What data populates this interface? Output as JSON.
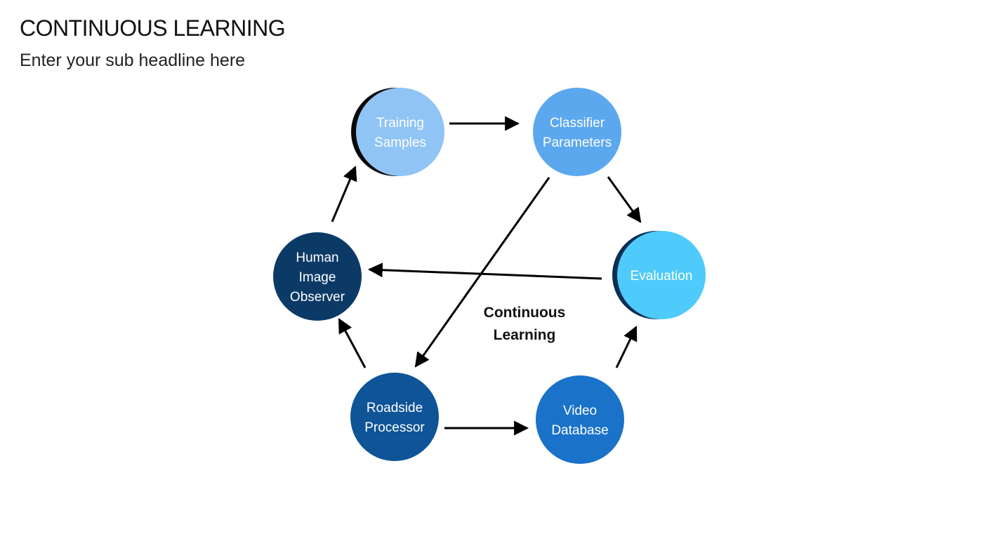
{
  "header": {
    "title": "CONTINUOUS LEARNING",
    "subtitle": "Enter your sub headline here"
  },
  "diagram": {
    "center_lines": [
      "Continuous",
      "Learning"
    ],
    "nodes": [
      {
        "id": "training",
        "lines": [
          "Training",
          "Samples"
        ],
        "color": "#90c4f5"
      },
      {
        "id": "classifier",
        "lines": [
          "Classifier",
          "Parameters"
        ],
        "color": "#5ba8ef"
      },
      {
        "id": "evaluation",
        "lines": [
          "Evaluation"
        ],
        "color": "#4ecbfa"
      },
      {
        "id": "video",
        "lines": [
          "Video",
          "Database"
        ],
        "color": "#1a72c9"
      },
      {
        "id": "roadside",
        "lines": [
          "Roadside",
          "Processor"
        ],
        "color": "#0e5497"
      },
      {
        "id": "human",
        "lines": [
          "Human",
          "Image",
          "Observer"
        ],
        "color": "#0c3a66"
      }
    ],
    "edges": [
      {
        "from": "training",
        "to": "classifier"
      },
      {
        "from": "classifier",
        "to": "evaluation"
      },
      {
        "from": "evaluation",
        "to": "human"
      },
      {
        "from": "classifier",
        "to": "roadside"
      },
      {
        "from": "roadside",
        "to": "video"
      },
      {
        "from": "video",
        "to": "evaluation"
      },
      {
        "from": "roadside",
        "to": "human"
      },
      {
        "from": "human",
        "to": "training"
      }
    ],
    "arrow_color": "#000000"
  }
}
